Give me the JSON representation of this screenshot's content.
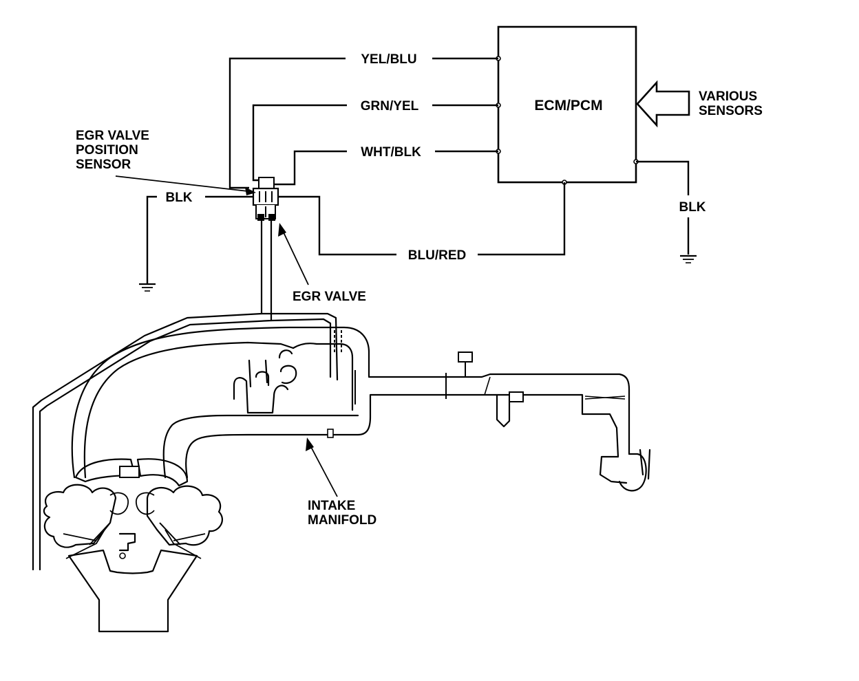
{
  "labels": {
    "ecm": "ECM/PCM",
    "various_sensors_line1": "VARIOUS",
    "various_sensors_line2": "SENSORS",
    "egr_sensor_line1": "EGR VALVE",
    "egr_sensor_line2": "POSITION",
    "egr_sensor_line3": "SENSOR",
    "egr_valve": "EGR VALVE",
    "intake_line1": "INTAKE",
    "intake_line2": "MANIFOLD"
  },
  "wires": {
    "yel_blu": "YEL/BLU",
    "grn_yel": "GRN/YEL",
    "wht_blk": "WHT/BLK",
    "blu_red": "BLU/RED",
    "blk_left": "BLK",
    "blk_right": "BLK"
  }
}
